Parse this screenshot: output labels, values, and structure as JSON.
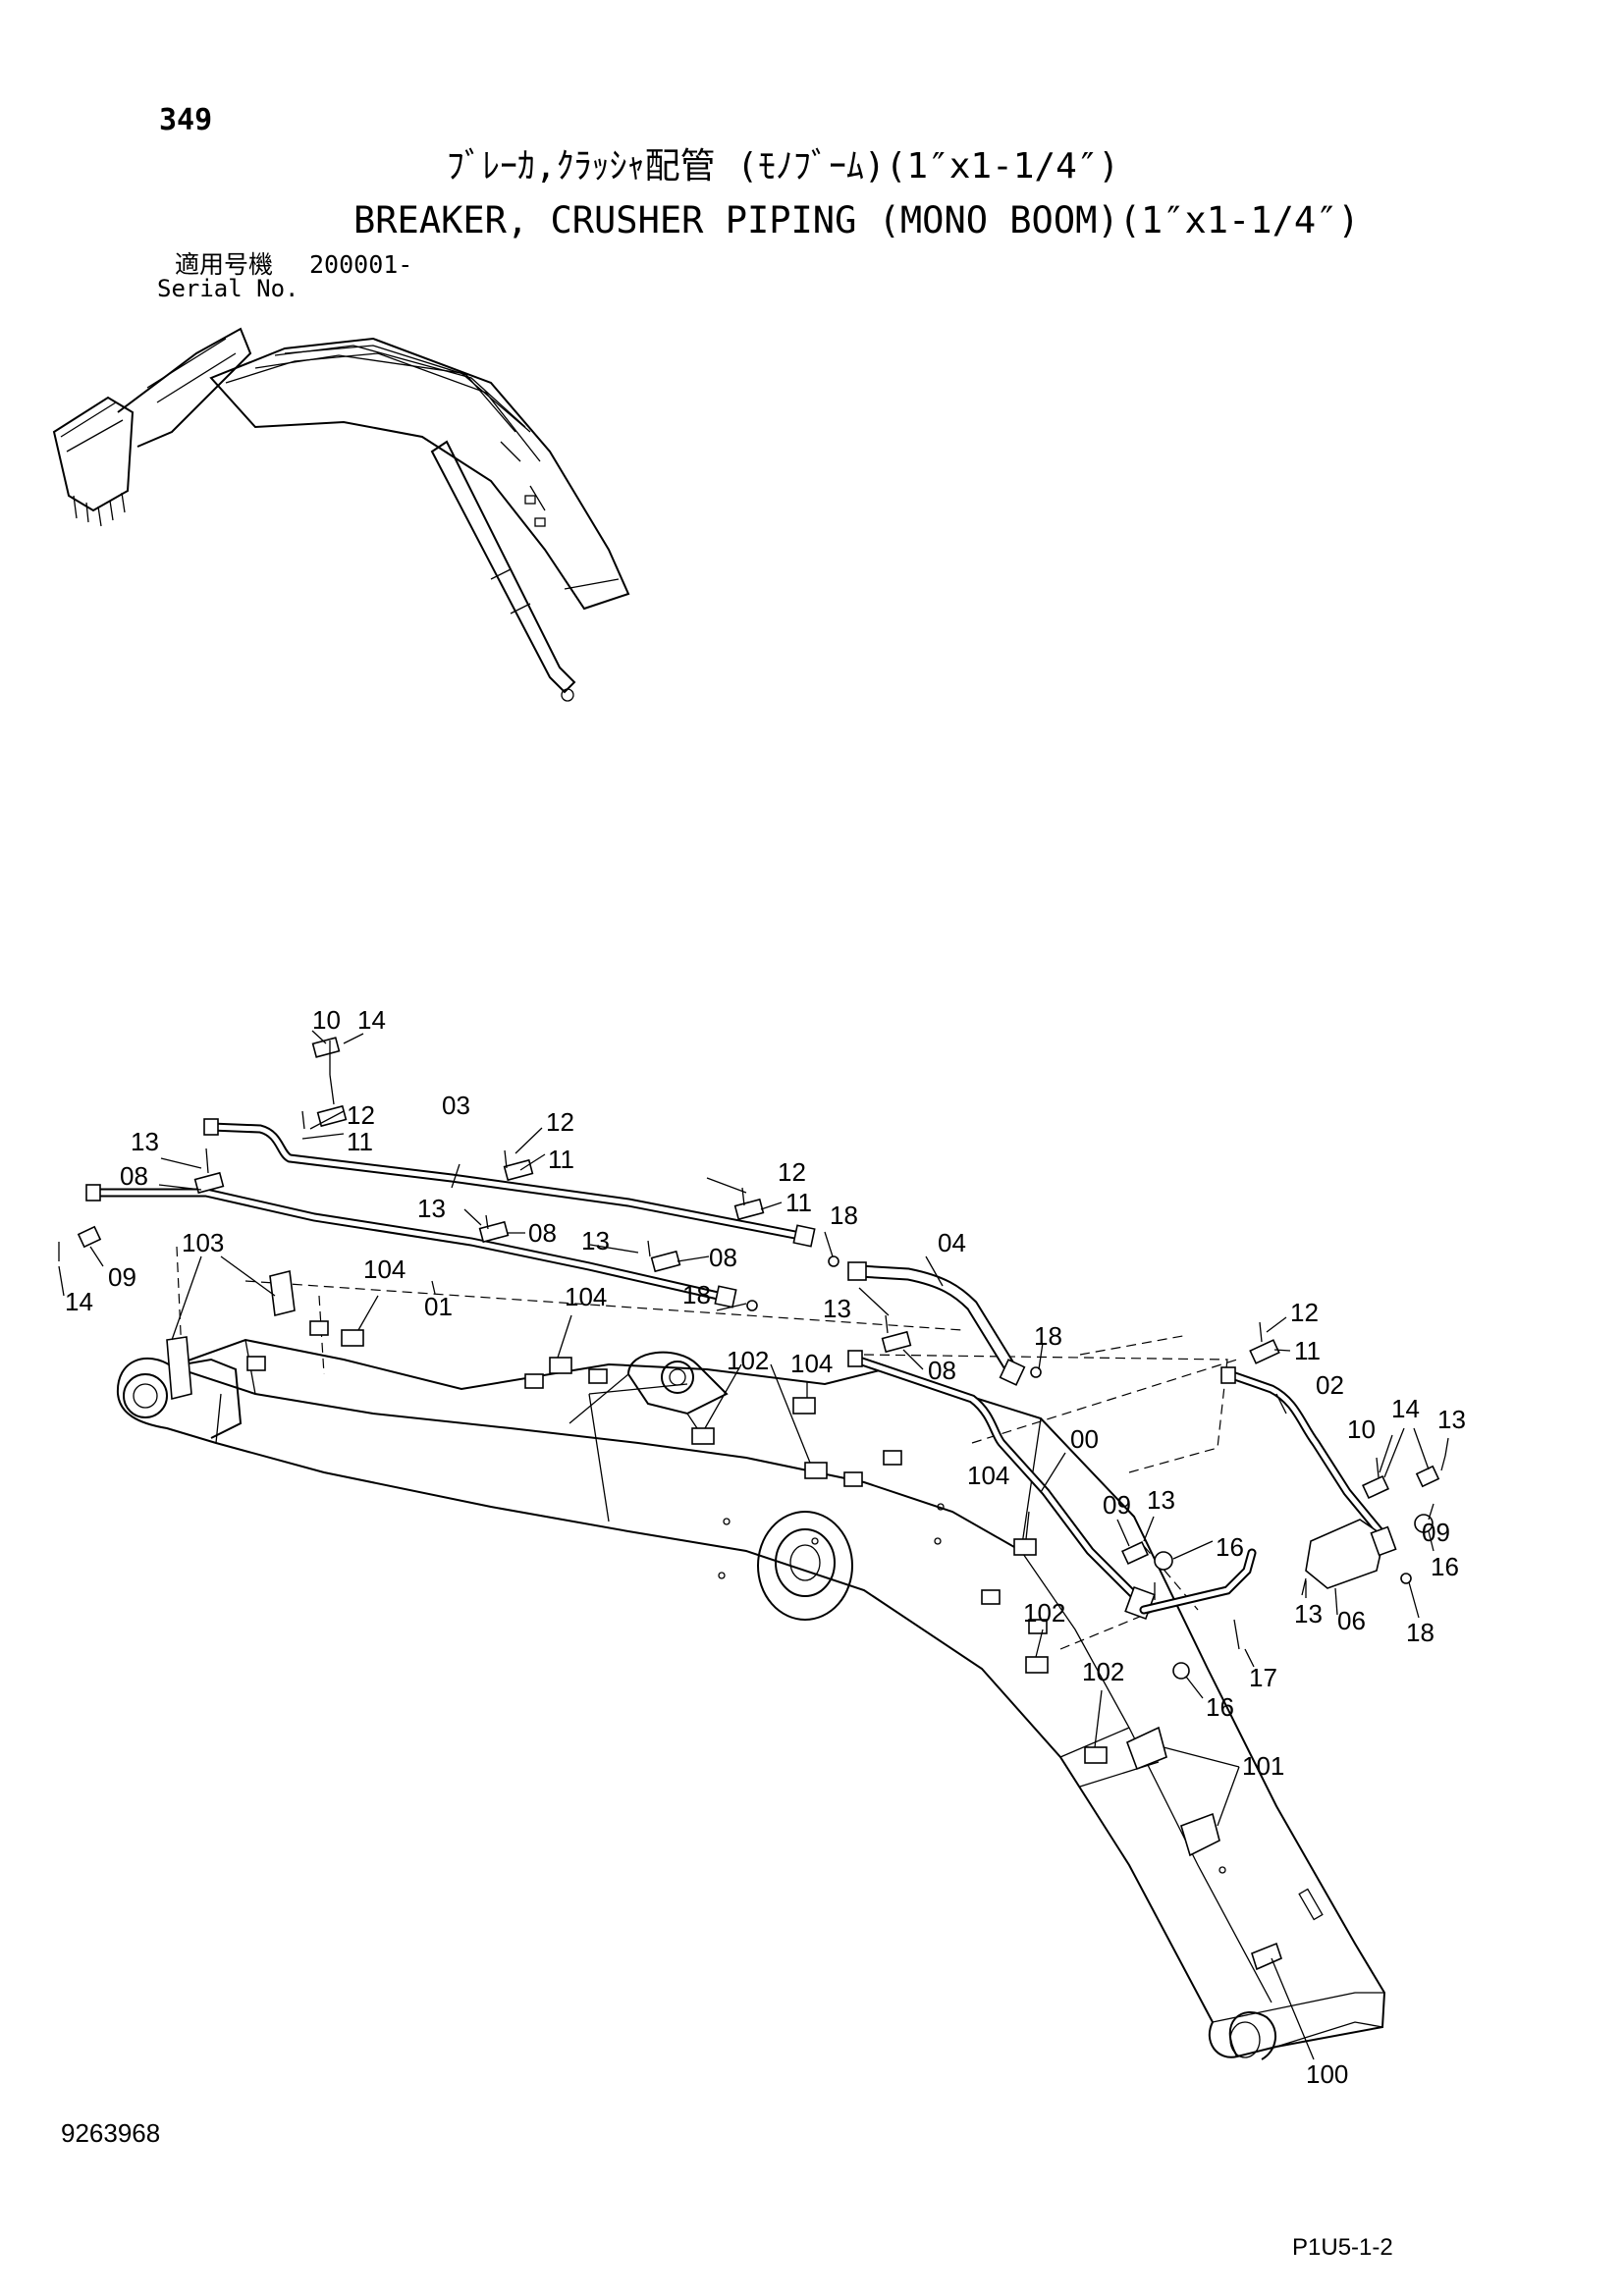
{
  "header": {
    "page_number": "349",
    "title_ja": "ﾌﾞﾚｰｶ,ｸﾗｯｼｬ配管 (ﾓﾉﾌﾞｰﾑ)(1″x1-1/4″)",
    "title_en": "BREAKER, CRUSHER PIPING (MONO BOOM)(1″x1-1/4″)",
    "serial_label_ja": "適用号機",
    "serial_value": "200001-",
    "serial_label_en": "Serial No."
  },
  "footer": {
    "drawing_number": "9263968",
    "sheet_code": "P1U5-1-2"
  },
  "callouts": {
    "c10a": "10",
    "c14a": "14",
    "c12a": "12",
    "c11a": "11",
    "c03": "03",
    "c12b": "12",
    "c11b": "11",
    "c13a": "13",
    "c08a": "08",
    "c12c": "12",
    "c11c": "11",
    "c18a": "18",
    "c13b": "13",
    "c08b": "08",
    "c13c": "13",
    "c08c": "08",
    "c04": "04",
    "c09a": "09",
    "c14b": "14",
    "c103": "103",
    "c104a": "104",
    "c01": "01",
    "c104b": "104",
    "c18b": "18",
    "c13d": "13",
    "c08d": "08",
    "c18c": "18",
    "c102a": "102",
    "c104c": "104",
    "c12d": "12",
    "c11d": "11",
    "c02": "02",
    "c14c": "14",
    "c13e": "13",
    "c10b": "10",
    "c00": "00",
    "c104d": "104",
    "c09b": "09",
    "c13f": "13",
    "c09c": "09",
    "c16a": "16",
    "c16b": "16",
    "c13g": "13",
    "c06": "06",
    "c18d": "18",
    "c102b": "102",
    "c17": "17",
    "c102c": "102",
    "c16c": "16",
    "c101": "101",
    "c100": "100"
  }
}
